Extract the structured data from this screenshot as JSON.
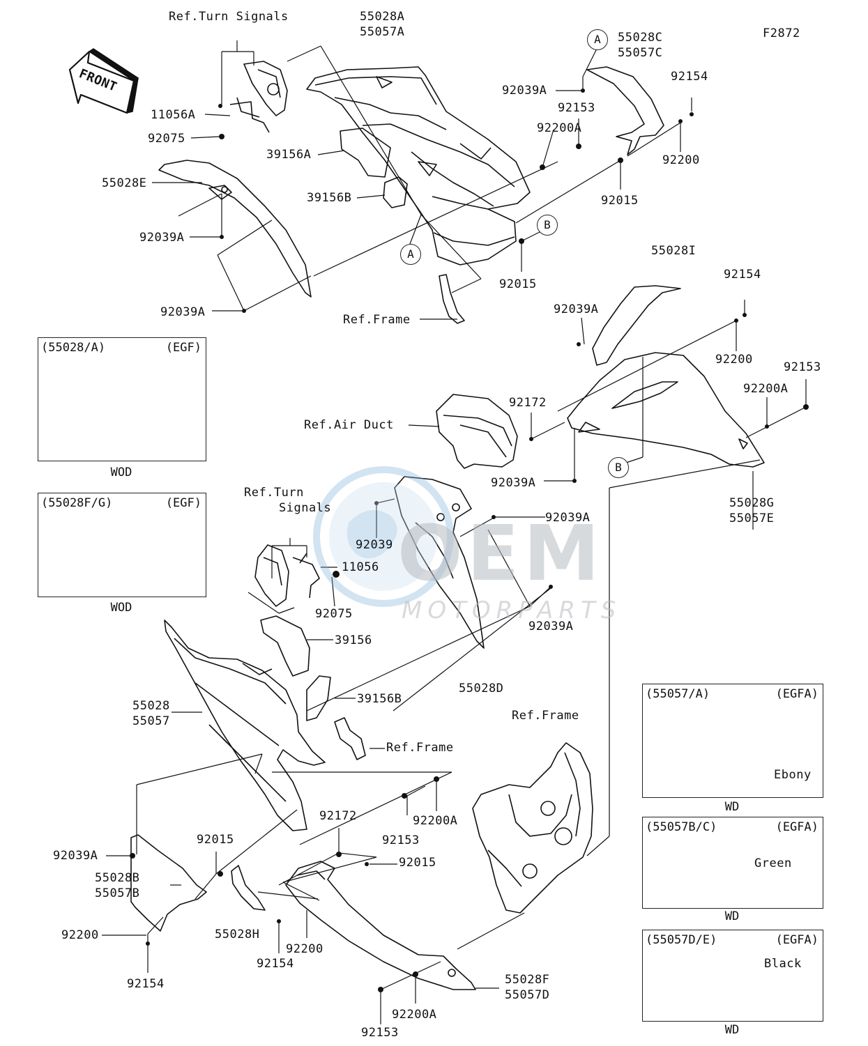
{
  "figure_code": "F2872",
  "front_arrow": {
    "label": "FRONT"
  },
  "labels": {
    "ref_turn_signals_top": "Ref.Turn Signals",
    "p55028A_55057A": [
      "55028A",
      "55057A"
    ],
    "p55028C_55057C": [
      "55028C",
      "55057C"
    ],
    "p11056A": "11056A",
    "p92075_top": "92075",
    "p39156A": "39156A",
    "p39156B_top": "39156B",
    "p55028E": "55028E",
    "p92039A_l1": "92039A",
    "p92039A_l2": "92039A",
    "p92039A_r1": "92039A",
    "p92153_top": "92153",
    "p92154_top": "92154",
    "p92200A_top": "92200A",
    "p92200_top": "92200",
    "p92015_r1": "92015",
    "p92015_r2": "92015",
    "ref_frame_top": "Ref.Frame",
    "p55028I": "55028I",
    "p92154_mid": "92154",
    "p92039A_mid": "92039A",
    "p92200_mid": "92200",
    "p92153_mid": "92153",
    "p92200A_mid": "92200A",
    "p92172_mid": "92172",
    "ref_air_duct": "Ref.Air Duct",
    "p92039A_mid2": "92039A",
    "p55028G_55057E": [
      "55028G",
      "55057E"
    ],
    "ref_turn_signals_mid": [
      "Ref.Turn",
      "Signals"
    ],
    "p92039": "92039",
    "p92039A_mid3": "92039A",
    "p11056": "11056",
    "p92075_mid": "92075",
    "p92039A_mid4": "92039A",
    "p39156": "39156",
    "p55028D": "55028D",
    "p39156B_low": "39156B",
    "p55028_55057": [
      "55028",
      "55057"
    ],
    "ref_frame_mid": "Ref.Frame",
    "ref_frame_low": "Ref.Frame",
    "p92153_low1": "92153",
    "p92200A_low1": "92200A",
    "p92172_low": "92172",
    "p92015_low1": "92015",
    "p92015_low2": "92015",
    "p92039A_low": "92039A",
    "p55028B_55057B": [
      "55028B",
      "55057B"
    ],
    "p92200_low1": "92200",
    "p92154_low1": "92154",
    "p55028H": "55028H",
    "p92154_low2": "92154",
    "p92200_low2": "92200",
    "p55028F_55057D": [
      "55028F",
      "55057D"
    ],
    "p92153_low2": "92153",
    "p92200A_low2": "92200A"
  },
  "callouts": {
    "A": "A",
    "B": "B"
  },
  "insets": [
    {
      "code": "(55028/A)",
      "model": "(EGF)",
      "foot": "WOD"
    },
    {
      "code": "(55028F/G)",
      "model": "(EGF)",
      "foot": "WOD"
    },
    {
      "code": "(55057/A)",
      "model": "(EGFA)",
      "note": "Ebony",
      "foot": "WD"
    },
    {
      "code": "(55057B/C)",
      "model": "(EGFA)",
      "note": "Green",
      "foot": "WD"
    },
    {
      "code": "(55057D/E)",
      "model": "(EGFA)",
      "note": "Black",
      "foot": "WD"
    }
  ],
  "watermark": {
    "brand": "OEM",
    "sub": "MOTORPARTS"
  }
}
